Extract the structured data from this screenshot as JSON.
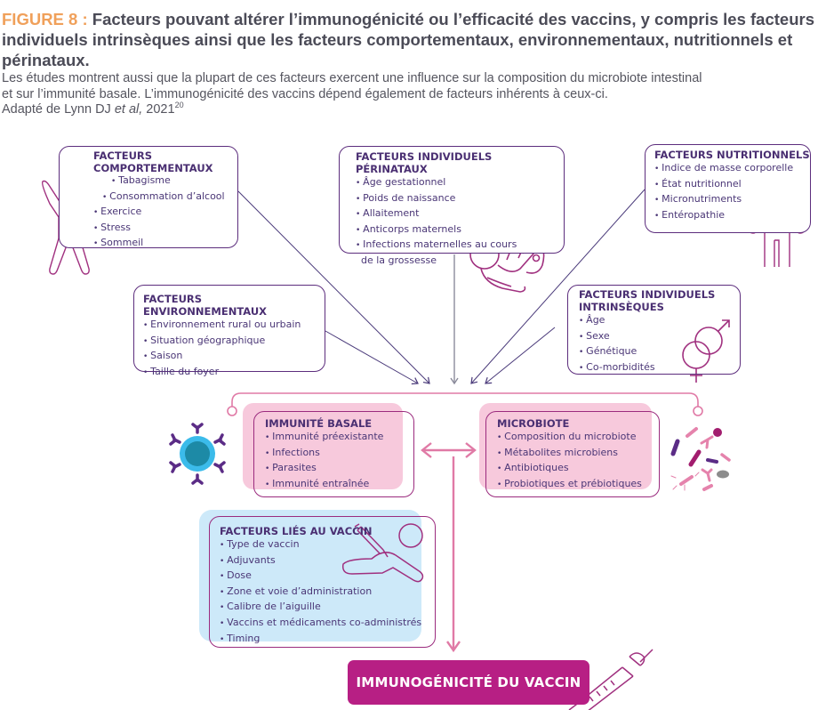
{
  "figure": {
    "label": "FIGURE 8 :",
    "title": "Facteurs pouvant altérer l’immunogénicité ou l’efficacité des vaccins, y compris les facteurs individuels intrinsèques ainsi que les facteurs comportementaux, environnementaux, nutritionnels et périnataux.",
    "description_line1": "Les études montrent aussi que la plupart de ces facteurs exercent une influence sur la composition du microbiote intestinal",
    "description_line2": "et sur l’immunité basale. L’immunogénicité des vaccins dépend également de facteurs inhérents à ceux-ci.",
    "source_prefix": "Adapté de Lynn DJ ",
    "source_italic": "et al,",
    "source_year": " 2021",
    "source_ref": "20"
  },
  "colors": {
    "figure_label": "#f0a05a",
    "box_border": "#5c2d7d",
    "pink_fill": "#f7c9dc",
    "blue_fill": "#cde9f9",
    "accent_magenta": "#b71f84",
    "arrow_pink": "#e07aa6"
  },
  "boxes": {
    "behavioral": {
      "title_line1": "FACTEURS",
      "title_line2": "COMPORTEMENTAUX",
      "items": [
        "Tabagisme",
        "Consommation d’alcool",
        "Exercice",
        "Stress",
        "Sommeil"
      ]
    },
    "perinatal": {
      "title": "FACTEURS INDIVIDUELS PÉRINATAUX",
      "items": [
        "Âge gestationnel",
        "Poids de naissance",
        "Allaitement",
        "Anticorps maternels",
        "Infections maternelles au cours",
        "de la grossesse"
      ]
    },
    "nutritional": {
      "title": "FACTEURS NUTRITIONNELS",
      "items": [
        "Indice de masse corporelle",
        "État nutritionnel",
        "Micronutriments",
        "Entéropathie"
      ]
    },
    "environmental": {
      "title": "FACTEURS ENVIRONNEMENTAUX",
      "items": [
        "Environnement rural ou urbain",
        "Situation géographique",
        "Saison",
        "Taille du foyer"
      ]
    },
    "intrinsic": {
      "title_line1": "FACTEURS INDIVIDUELS",
      "title_line2": "INTRINSÈQUES",
      "items": [
        "Âge",
        "Sexe",
        "Génétique",
        "Co-morbidités"
      ]
    },
    "basal_immunity": {
      "title": "IMMUNITÉ BASALE",
      "items": [
        "Immunité préexistante",
        "Infections",
        "Parasites",
        "Immunité entraînée"
      ]
    },
    "microbiota": {
      "title": "MICROBIOTE",
      "items": [
        "Composition du microbiote",
        "Métabolites microbiens",
        "Antibiotiques",
        "Probiotiques et prébiotiques"
      ]
    },
    "vaccine": {
      "title": "FACTEURS LIÉS AU VACCIN",
      "items": [
        "Type de vaccin",
        "Adjuvants",
        "Dose",
        "Zone et voie d’administration",
        "Calibre de l’aiguille",
        "Vaccins et médicaments co-administrés",
        "Timing"
      ]
    }
  },
  "result": {
    "label": "IMMUNOGÉNICITÉ DU VACCIN"
  },
  "icons": [
    "person-arms-up-icon",
    "mother-baby-icon",
    "standing-person-icon",
    "sun-icon",
    "snowflake-icon",
    "gender-symbols-icon",
    "immune-cell-icon",
    "bacteria-icon",
    "arm-injection-icon",
    "syringe-icon"
  ]
}
